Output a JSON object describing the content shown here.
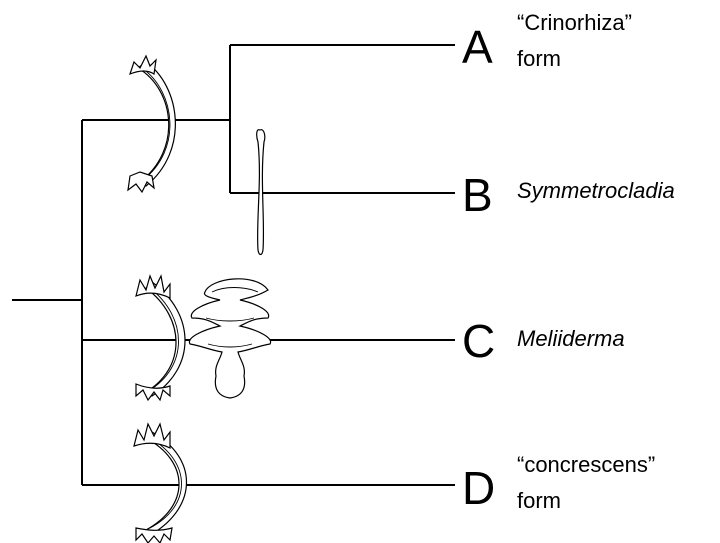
{
  "taxa": [
    {
      "letter": "A",
      "line1": "“Crinorhiza”",
      "line2": "form",
      "italic": false
    },
    {
      "letter": "B",
      "line1": "Symmetrocladia",
      "line2": "",
      "italic": true
    },
    {
      "letter": "C",
      "line1": "Meliiderma",
      "line2": "",
      "italic": true
    },
    {
      "letter": "D",
      "line1": "“concrescens”",
      "line2": "form",
      "italic": false
    }
  ]
}
